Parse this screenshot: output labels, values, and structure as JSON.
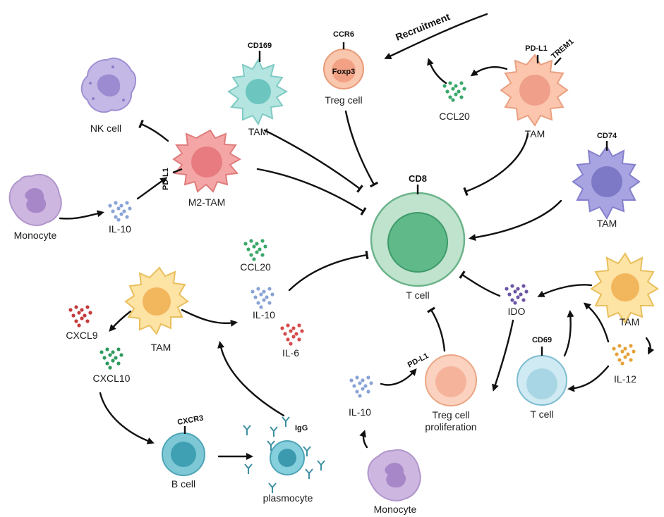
{
  "labels": {
    "nk_cell": "NK cell",
    "monocyte_left": "Monocyte",
    "il10_left": "IL-10",
    "m2_tam": "M2-TAM",
    "pdl1_left": "PD-L1",
    "cd169": "CD169",
    "tam_top": "TAM",
    "ccr6": "CCR6",
    "foxp3": "Foxp3",
    "treg_cell": "Treg cell",
    "recruitment": "Recruitment",
    "pdl1_right": "PD-L1",
    "trem1": "TREM1",
    "ccl20_top": "CCL20",
    "tam_top_right": "TAM",
    "cd74": "CD74",
    "tam_right": "TAM",
    "cd8": "CD8",
    "t_cell_center": "T cell",
    "ccl20_mid": "CCL20",
    "il10_mid": "IL-10",
    "il6": "IL-6",
    "tam_left": "TAM",
    "cxcl9": "CXCL9",
    "cxcl10": "CXCL10",
    "cxcr3": "CXCR3",
    "b_cell": "B cell",
    "igg": "IgG",
    "plasmocyte": "plasmocyte",
    "il10_bottom": "IL-10",
    "pdl1_bottom": "PD-L1",
    "treg_prolif_1": "Treg cell",
    "treg_prolif_2": "proliferation",
    "monocyte_bottom": "Monocyte",
    "ido": "IDO",
    "cd69": "CD69",
    "t_cell_right": "T cell",
    "tam_bottom_right": "TAM",
    "il12": "IL-12"
  },
  "colors": {
    "m2_tam": "#f08a8c",
    "tam_cd169": "#8fd6d0",
    "treg": "#f6b59a",
    "tam_trem1": "#f6b197",
    "tam_cd74": "#8f8bd3",
    "tcell": "#6cc29a",
    "tam_yellow": "#f5c86b",
    "monocyte": "#b99cd0",
    "nk": "#b2a4dc",
    "bcell": "#5fb9c9",
    "tcell_cd69": "#a9d9e6",
    "dots_green": "#3aa869",
    "dots_blue": "#7d97d0",
    "dots_red": "#d64b4b",
    "dots_purple": "#6b55a5",
    "dots_orange": "#e6a23a"
  }
}
